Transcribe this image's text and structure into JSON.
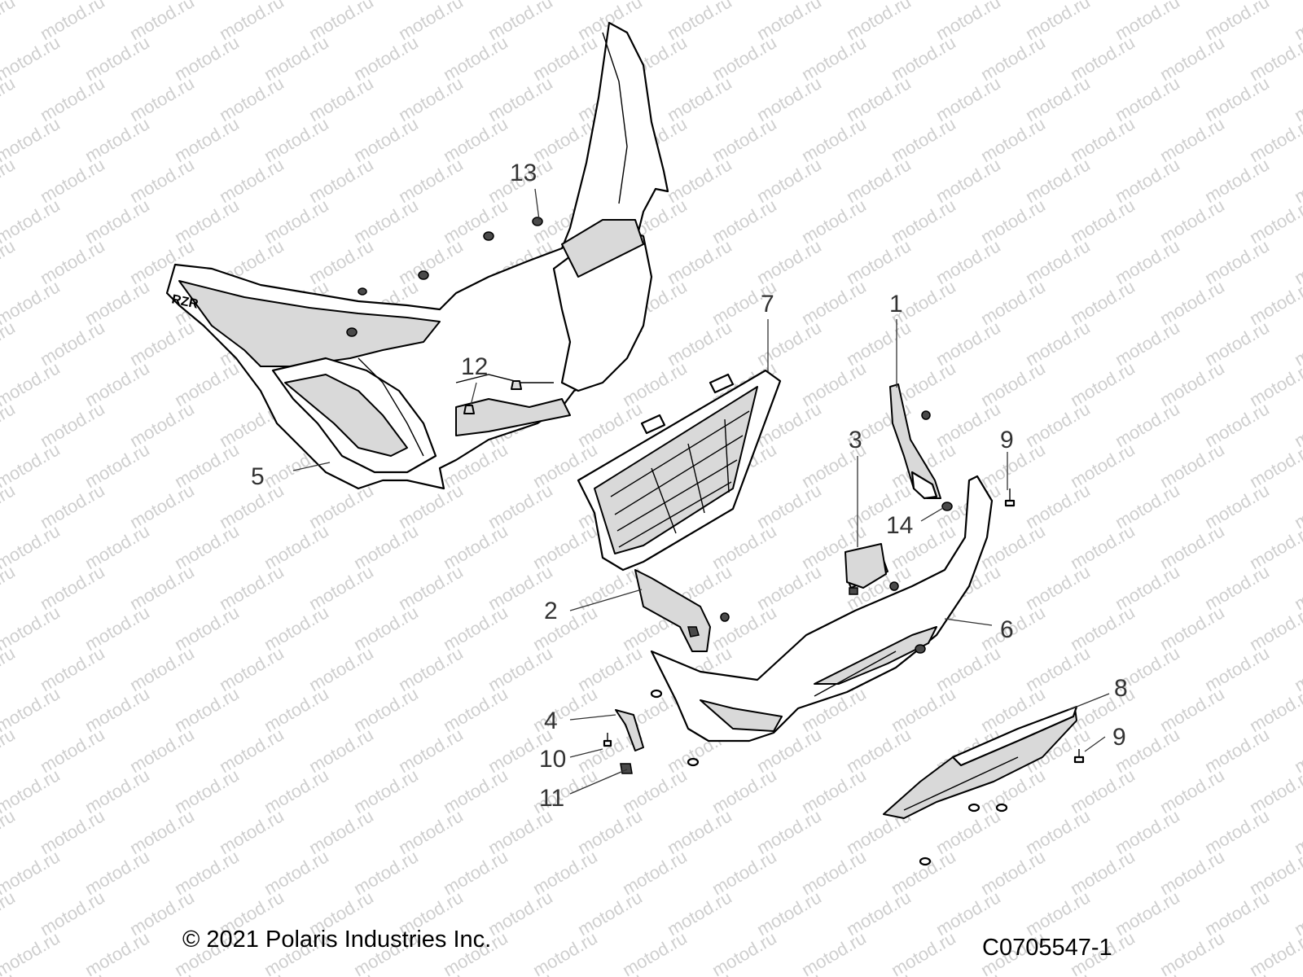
{
  "watermark": "motod.ru",
  "copyright": "© 2021 Polaris Industries Inc.",
  "drawing_code": "C0705547-1",
  "callouts": [
    {
      "id": "1",
      "label": "1"
    },
    {
      "id": "2",
      "label": "2"
    },
    {
      "id": "3",
      "label": "3"
    },
    {
      "id": "4",
      "label": "4"
    },
    {
      "id": "5",
      "label": "5"
    },
    {
      "id": "6",
      "label": "6"
    },
    {
      "id": "7",
      "label": "7"
    },
    {
      "id": "8",
      "label": "8"
    },
    {
      "id": "9a",
      "label": "9"
    },
    {
      "id": "9b",
      "label": "9"
    },
    {
      "id": "10",
      "label": "10"
    },
    {
      "id": "11",
      "label": "11"
    },
    {
      "id": "12",
      "label": "12"
    },
    {
      "id": "13",
      "label": "13"
    },
    {
      "id": "14",
      "label": "14"
    }
  ]
}
